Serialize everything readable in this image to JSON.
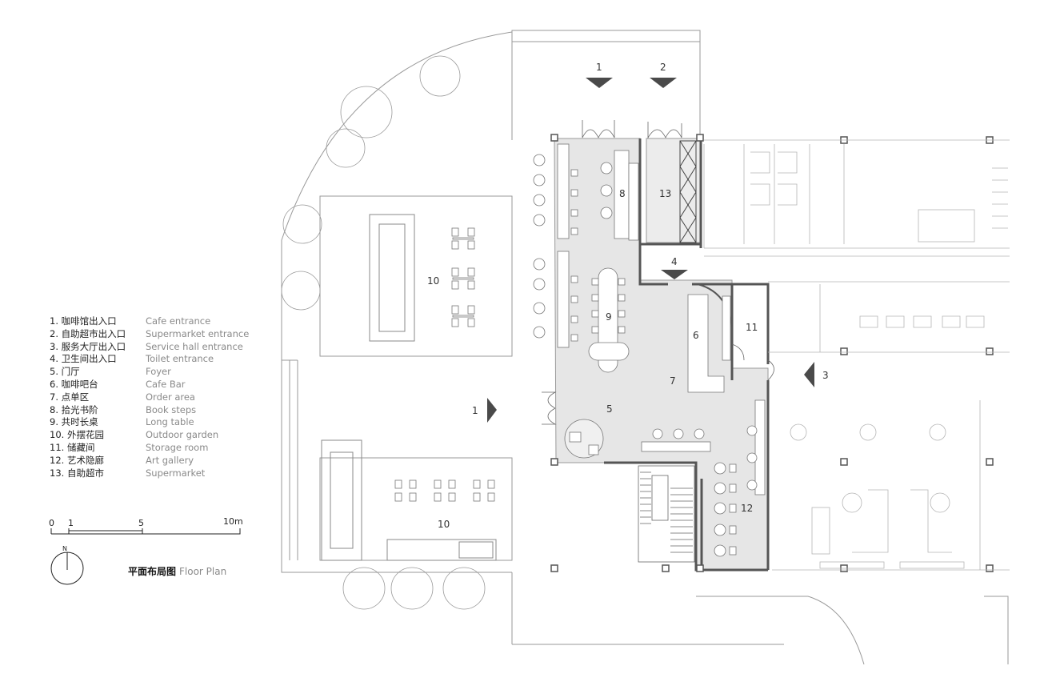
{
  "legend": [
    {
      "zh": "1. 咖啡馆出入口",
      "en": "Cafe entrance"
    },
    {
      "zh": "2. 自助超市出入口",
      "en": "Supermarket entrance"
    },
    {
      "zh": "3. 服务大厅出入口",
      "en": "Service hall entrance"
    },
    {
      "zh": "4. 卫生间出入口",
      "en": "Toilet entrance"
    },
    {
      "zh": "5. 门厅",
      "en": "Foyer"
    },
    {
      "zh": "6. 咖啡吧台",
      "en": "Cafe Bar"
    },
    {
      "zh": "7. 点单区",
      "en": "Order area"
    },
    {
      "zh": "8. 拾光书阶",
      "en": "Book steps"
    },
    {
      "zh": "9. 共时长桌",
      "en": "Long table"
    },
    {
      "zh": "10. 外摆花园",
      "en": "Outdoor garden"
    },
    {
      "zh": "11. 储藏间",
      "en": "Storage room"
    },
    {
      "zh": "12. 艺术隐廊",
      "en": "Art gallery"
    },
    {
      "zh": "13. 自助超市",
      "en": "Supermarket"
    }
  ],
  "scale": {
    "labels": [
      "0",
      "1",
      "5",
      "10m"
    ]
  },
  "north": "N",
  "title": {
    "zh": "平面布局图",
    "en": "Floor Plan"
  },
  "plan_labels": {
    "entrance_1": "1",
    "entrance_1b": "1",
    "entrance_2": "2",
    "entrance_3": "3",
    "entrance_4": "4",
    "foyer": "5",
    "cafe_bar": "6",
    "order_area": "7",
    "book_steps": "8",
    "long_table": "9",
    "garden_top": "10",
    "garden_bottom": "10",
    "storage": "11",
    "gallery": "12",
    "supermarket": "13"
  },
  "colors": {
    "floor": "#e6e6e6",
    "wall": "#555555",
    "line": "#9a9a9a",
    "arrow": "#4a4a4a"
  }
}
